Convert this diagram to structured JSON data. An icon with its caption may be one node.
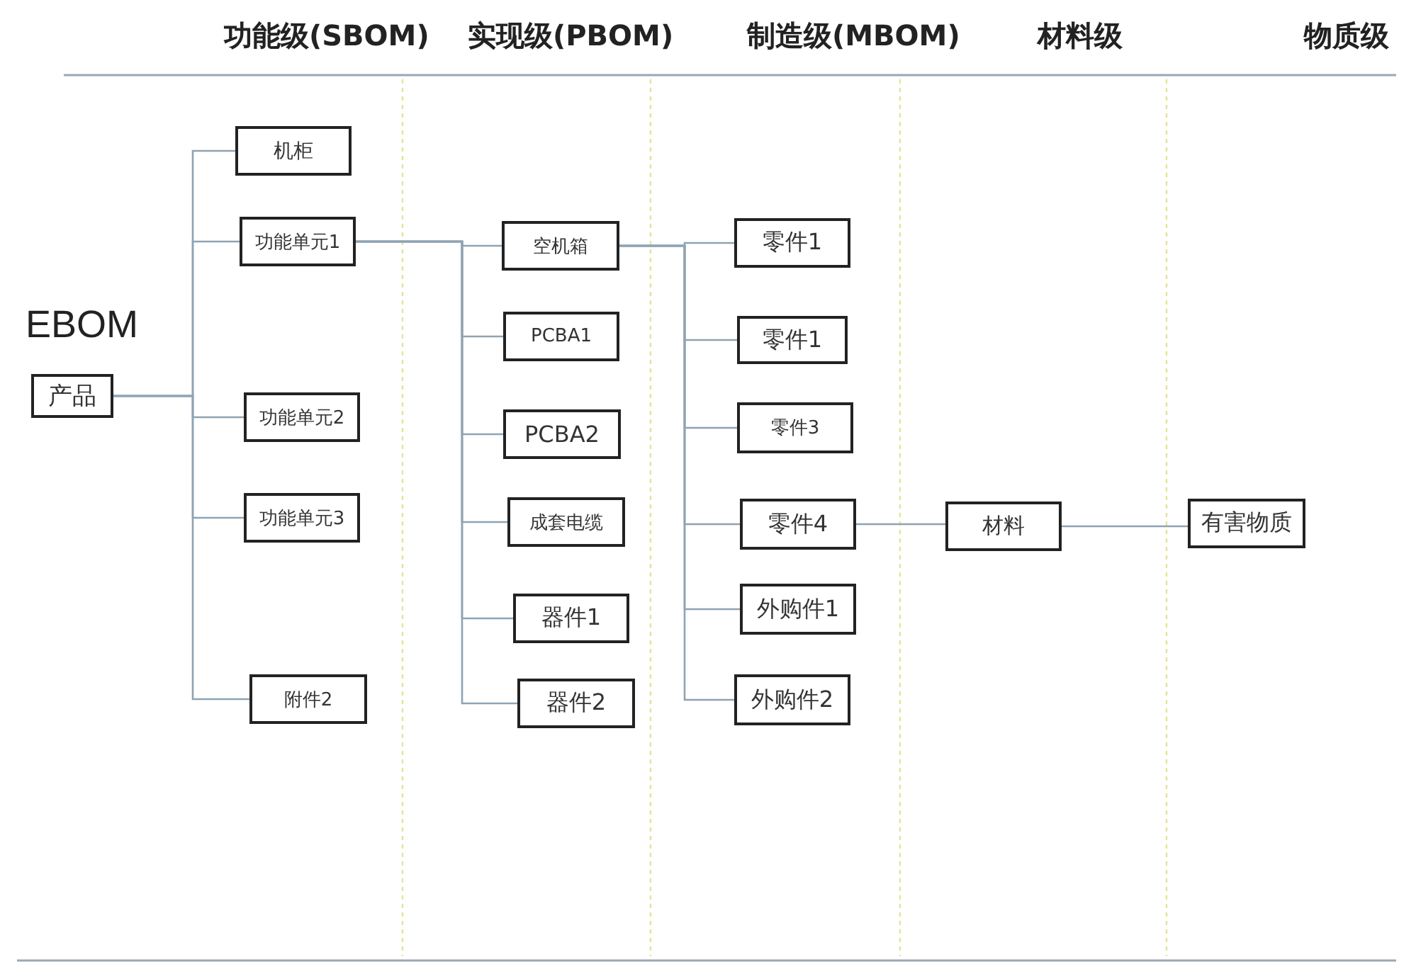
{
  "diagram": {
    "nodes": [
      {
        "text": [
          "产品"
        ]
      },
      {
        "text": [
          "机柜"
        ]
      },
      {
        "text": [
          "功能单元1"
        ]
      },
      {
        "text": [
          "功能单元2"
        ]
      },
      {
        "text": [
          "功能单元3"
        ]
      },
      {
        "text": [
          "附件2"
        ]
      },
      {
        "text": [
          "空机箱"
        ]
      },
      {
        "text": [
          "PCBA1"
        ]
      },
      {
        "text": [
          "PCBA2"
        ]
      },
      {
        "text": [
          "成套电缆"
        ]
      },
      {
        "text": [
          "器件1"
        ]
      },
      {
        "text": [
          "器件2"
        ]
      },
      {
        "text": [
          "零件1"
        ]
      },
      {
        "text": [
          "零件1"
        ]
      },
      {
        "text": [
          "零件3"
        ]
      },
      {
        "text": [
          "零件4"
        ]
      },
      {
        "text": [
          "外购件1"
        ]
      },
      {
        "text": [
          "外购件2"
        ]
      },
      {
        "text": [
          "材料"
        ]
      },
      {
        "text": [
          "有害物质"
        ]
      }
    ],
    "edges": [
      {
        "from": 0,
        "to": 1,
        "arrow": "none"
      },
      {
        "from": 0,
        "to": 2,
        "arrow": "none"
      },
      {
        "from": 0,
        "to": 3,
        "arrow": "none"
      },
      {
        "from": 0,
        "to": 4,
        "arrow": "none"
      },
      {
        "from": 0,
        "to": 5,
        "arrow": "none"
      },
      {
        "from": 2,
        "to": 6,
        "arrow": "none"
      },
      {
        "from": 2,
        "to": 7,
        "arrow": "none"
      },
      {
        "from": 2,
        "to": 8,
        "arrow": "none"
      },
      {
        "from": 2,
        "to": 9,
        "arrow": "none"
      },
      {
        "from": 2,
        "to": 10,
        "arrow": "none"
      },
      {
        "from": 2,
        "to": 11,
        "arrow": "none"
      },
      {
        "from": 6,
        "to": 12,
        "arrow": "none"
      },
      {
        "from": 6,
        "to": 13,
        "arrow": "none"
      },
      {
        "from": 6,
        "to": 14,
        "arrow": "none"
      },
      {
        "from": 6,
        "to": 15,
        "arrow": "none"
      },
      {
        "from": 6,
        "to": 16,
        "arrow": "none"
      },
      {
        "from": 6,
        "to": 17,
        "arrow": "none"
      },
      {
        "from": 15,
        "to": 18,
        "arrow": "none"
      },
      {
        "from": 18,
        "to": 19,
        "arrow": "none"
      }
    ],
    "labels": [
      "功能级(SBOM)",
      "实现级(PBOM)",
      "制造级(MBOM)",
      "材料级",
      "物质级",
      "EBOM"
    ]
  }
}
